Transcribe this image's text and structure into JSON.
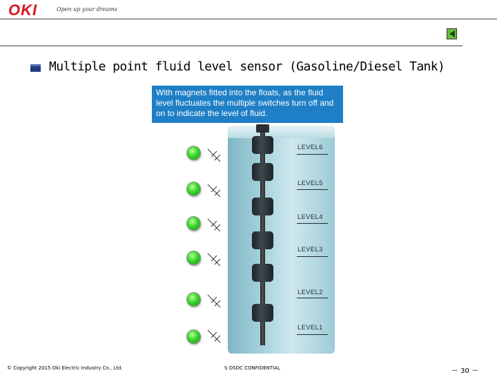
{
  "header": {
    "logo": "OKI",
    "tagline": "Open up your dreams"
  },
  "nav": {
    "back_icon": "triangle-left-icon"
  },
  "title": "Multiple point fluid level sensor (Gasoline/Diesel Tank)",
  "callout": "With magnets fitted into the floats, as the fluid level fluctuates the multiple switches turn off and on to indicate the level of fluid.",
  "levels": [
    {
      "label": "LEVEL6"
    },
    {
      "label": "LEVEL5"
    },
    {
      "label": "LEVEL4"
    },
    {
      "label": "LEVEL3"
    },
    {
      "label": "LEVEL2"
    },
    {
      "label": "LEVEL1"
    }
  ],
  "indicators": {
    "state": "on",
    "color": "#38d42a",
    "icon": "reed-switch-icon"
  },
  "footer": {
    "copyright": "© Copyright 2015 Oki Electric Industry Co., Ltd.",
    "confidential": "S OSDC CONFIDENTIAL",
    "page": "－ 30 －"
  }
}
